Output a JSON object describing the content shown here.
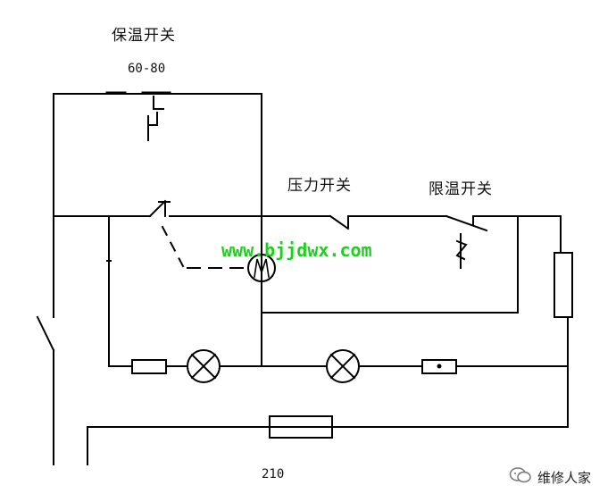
{
  "labels": {
    "keep_warm_switch": "保温开关",
    "keep_warm_range": "60-80",
    "pressure_switch": "压力开关",
    "temp_limit_switch": "限温开关",
    "website": "www.bjjdwx.com",
    "power_value": "210"
  },
  "watermark": {
    "text": "维修人家",
    "icon": "wechat-icon"
  },
  "colors": {
    "line": "#000000",
    "website_text": "#1fcf1f"
  }
}
